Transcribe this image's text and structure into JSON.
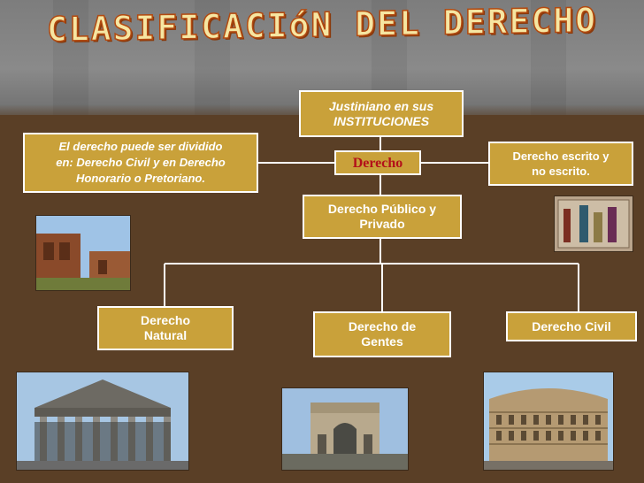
{
  "title": "CLASIFICACIóN DEL DERECHO",
  "boxes": {
    "justiniano": "Justiniano en sus\nINSTITUCIONES",
    "dividido": "El derecho puede ser dividido\nen: Derecho Civil y en Derecho\nHonorario o Pretoriano.",
    "derecho": "Derecho",
    "escrito": "Derecho escrito y\nno escrito.",
    "publico": "Derecho Público y\nPrivado",
    "natural": "Derecho\nNatural",
    "gentes": "Derecho de\nGentes",
    "civil": "Derecho Civil"
  },
  "colors": {
    "box_fill": "#c9a13a",
    "box_border": "#ffffff",
    "background": "#5a3f26",
    "title_fill": "#f6e6a2",
    "title_stroke": "#b34a10",
    "center_text": "#b3111a"
  },
  "photos": [
    "roman-ruins-photo",
    "roman-fresco-photo",
    "pantheon-photo",
    "triumphal-arch-photo",
    "colosseum-photo"
  ]
}
